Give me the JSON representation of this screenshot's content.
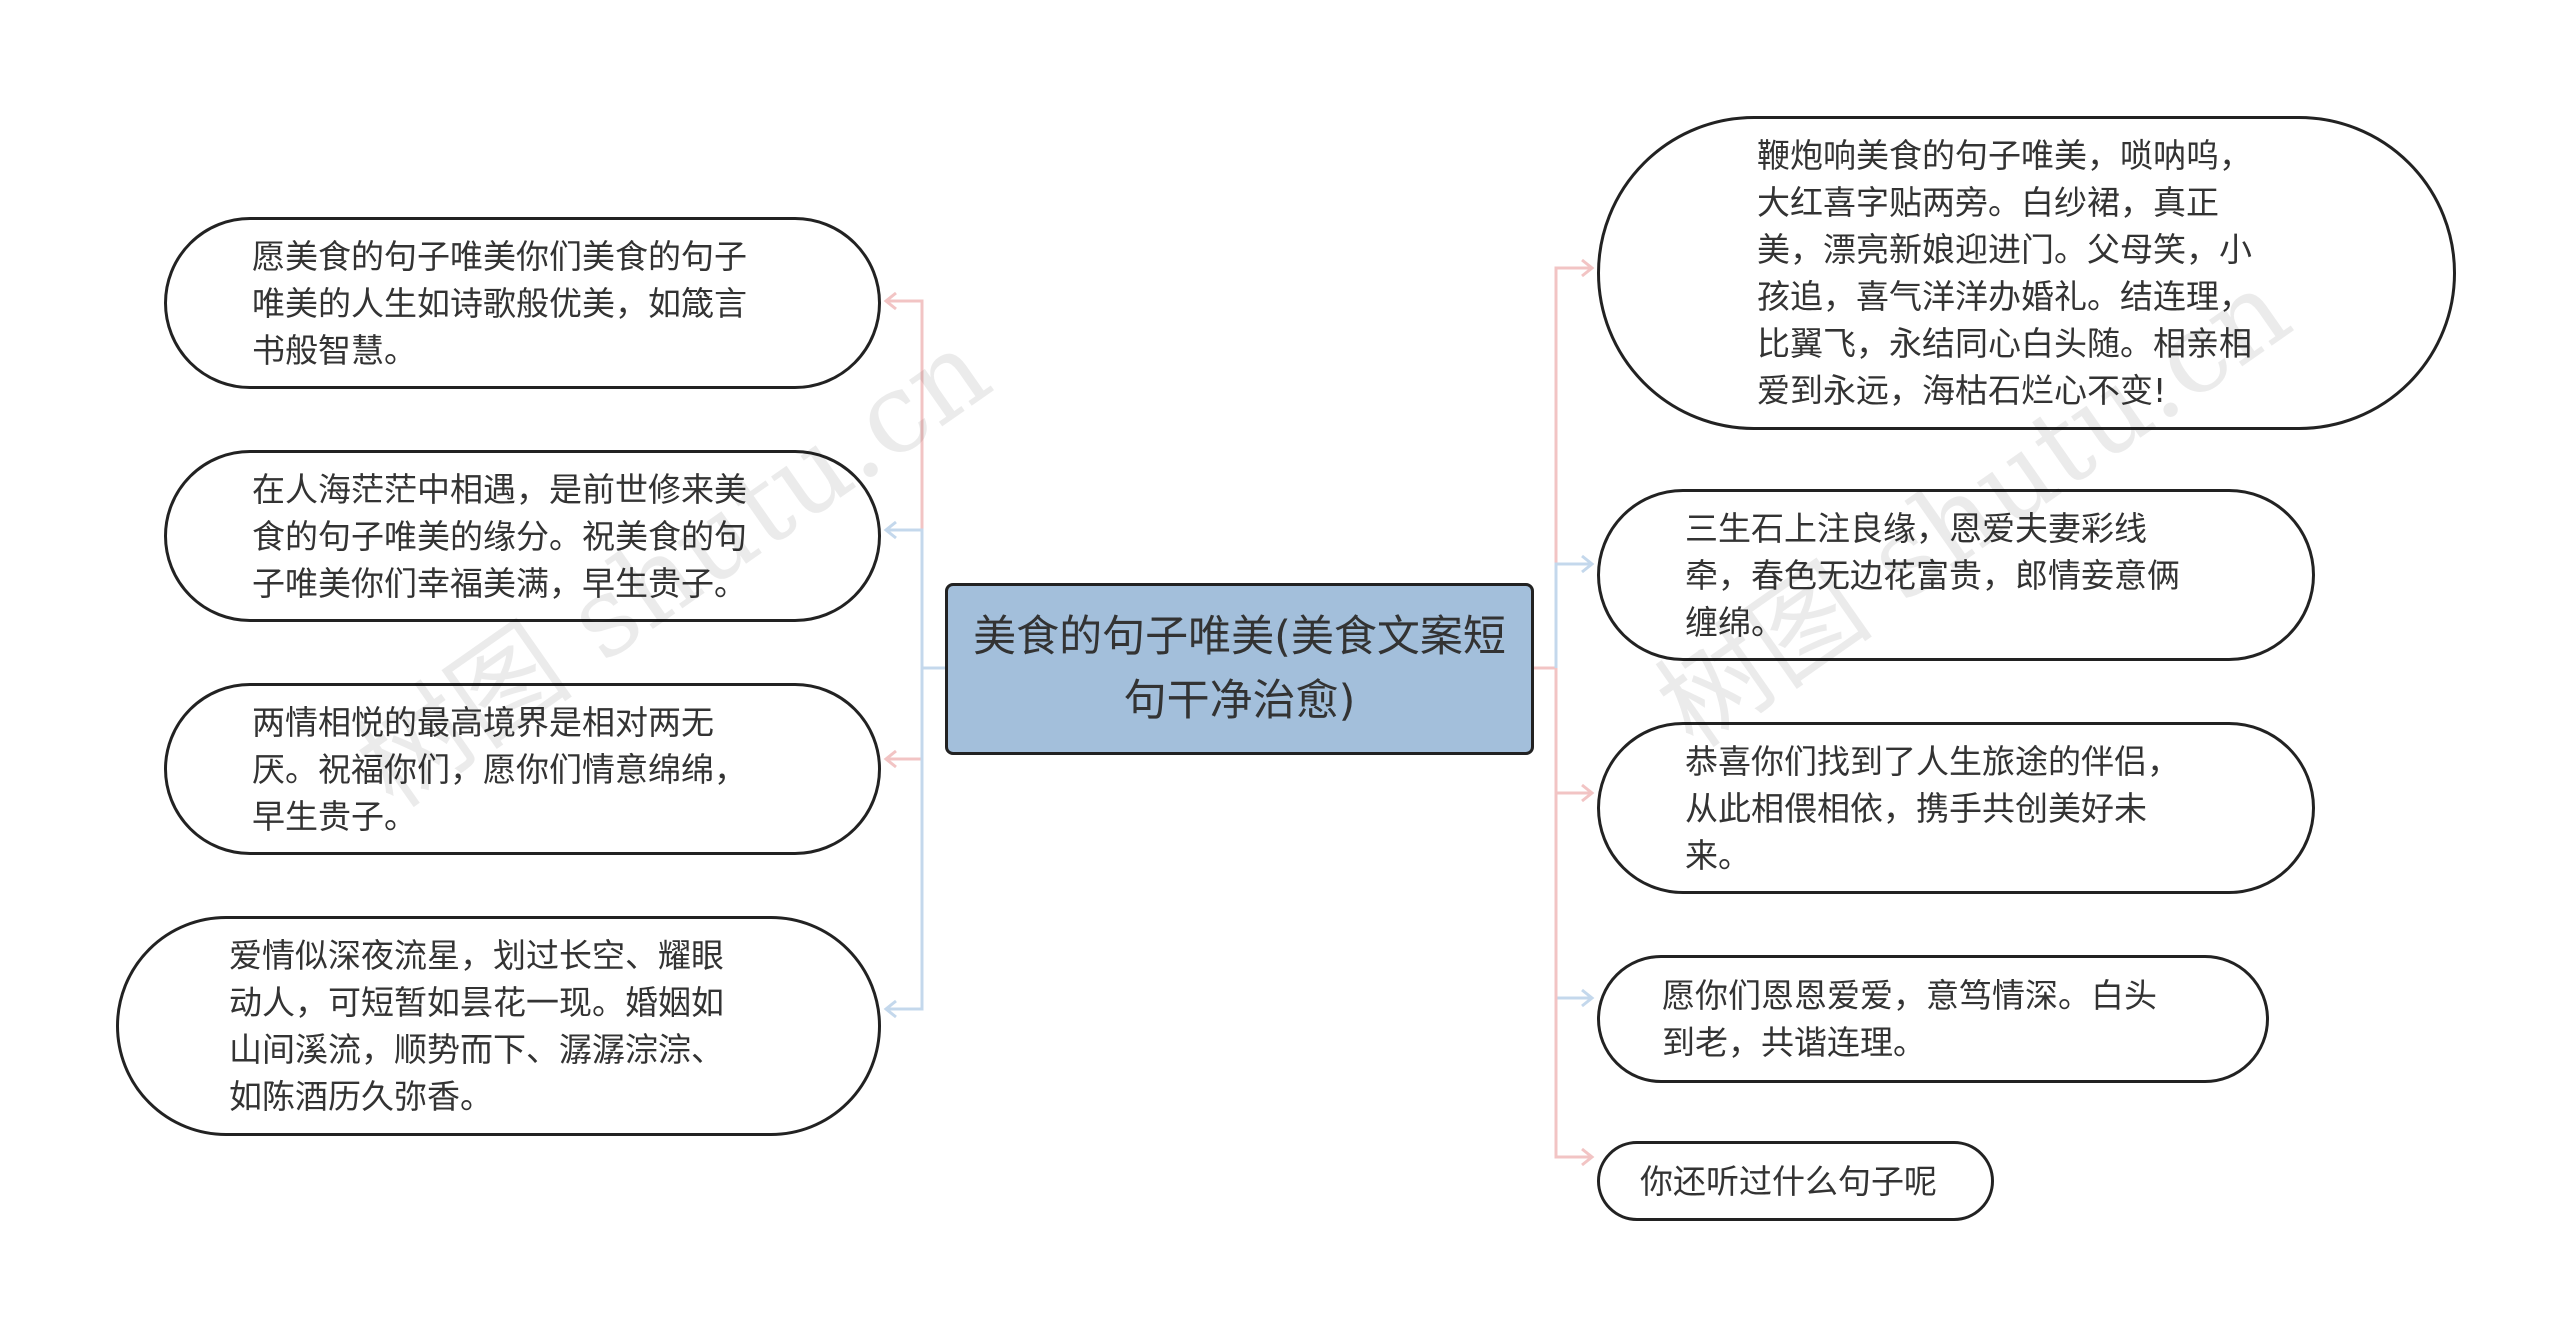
{
  "central_topic": "美食的句子唯美(美食文案短句干净治愈)",
  "left_nodes": [
    {
      "text": "愿美食的句子唯美你们美食的句子唯美的人生如诗歌般优美，如箴言书般智慧。"
    },
    {
      "text": "在人海茫茫中相遇，是前世修来美食的句子唯美的缘分。祝美食的句子唯美你们幸福美满，早生贵子。"
    },
    {
      "text": "两情相悦的最高境界是相对两无厌。祝福你们，愿你们情意绵绵，早生贵子。"
    },
    {
      "text": "爱情似深夜流星，划过长空、耀眼动人，可短暂如昙花一现。婚姻如山间溪流，顺势而下、潺潺淙淙、如陈酒历久弥香。"
    }
  ],
  "right_nodes": [
    {
      "text": "鞭炮响美食的句子唯美，唢呐呜，大红喜字贴两旁。白纱裙，真正美，漂亮新娘迎进门。父母笑，小孩追，喜气洋洋办婚礼。结连理，比翼飞，永结同心白头随。相亲相爱到永远，海枯石烂心不变!"
    },
    {
      "text": "三生石上注良缘，恩爱夫妻彩线牵，春色无边花富贵，郎情妾意俩缠绵。"
    },
    {
      "text": "恭喜你们找到了人生旅途的伴侣，从此相偎相依，携手共创美好未来。"
    },
    {
      "text": "愿你们恩恩爱爱，意笃情深。白头到老，共谐连理。"
    },
    {
      "text": "你还听过什么句子呢"
    }
  ],
  "watermark": "树图 shutu.cn",
  "colors": {
    "center_fill": "#a3bfdb",
    "connector_pink": "#f2c4c4",
    "connector_blue": "#c4d8ec"
  }
}
